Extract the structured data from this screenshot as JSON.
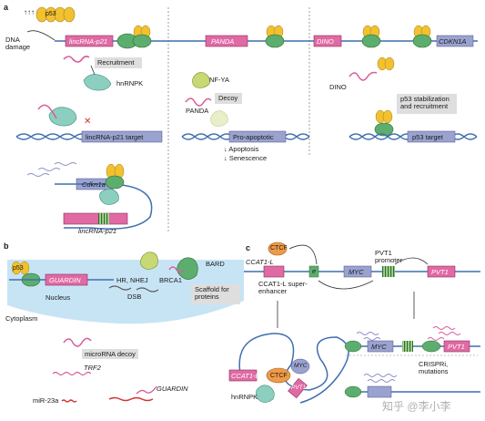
{
  "panels": {
    "a": "a",
    "b": "b",
    "c": "c"
  },
  "panel_a": {
    "p53_top": "p53",
    "dna_damage": "DNA damage",
    "arrows": "↑↑↑",
    "lincrna_p21": "lincRNA-p21",
    "recruitment": "Recruitment",
    "hnrnpk": "hnRNPK",
    "lincrna_p21_target": "lincRNA-p21 target",
    "cdkn1a_loop": "Cdkn1a",
    "lincrna_p21_bottom": "lincRNA-p21",
    "panda": "PANDA",
    "nf_ya": "NF-YA",
    "decoy": "Decoy",
    "panda_rna": "PANDA",
    "pro_apoptotic": "Pro-apoptotic",
    "apoptosis": "↓ Apoptosis",
    "senescence": "↓ Senescence",
    "dino": "DINO",
    "cdkn1a": "CDKN1A",
    "dino_rna": "DINO",
    "p53_stab": "p53 stabilization and recruitment",
    "p53_target": "p53 target"
  },
  "panel_b": {
    "p53": "p53",
    "guardin": "GUARDIN",
    "nucleus": "Nucleus",
    "hr_nhej": "HR, NHEJ",
    "brca1": "BRCA1",
    "bard": "BARD",
    "dsb": "DSB",
    "scaffold": "Scaffold for proteins",
    "cytoplasm": "Cytoplasm",
    "microrna_decoy": "microRNA decoy",
    "trf2": "TRF2",
    "guardin_rna": "GUARDIN",
    "mir23a": "miR-23a"
  },
  "panel_c": {
    "ctcf": "CTCF",
    "ccat1l": "CCAT1-L",
    "ccat1l_se": "CCAT1-L super-enhancer",
    "e": "e",
    "myc": "MYC",
    "pvt1_promoter": "PVT1 promoter",
    "pvt1": "PVT1",
    "ccat1l_box": "CCAT1-L",
    "ctcf_loop": "CTCF",
    "myc_loop": "MYC",
    "pvt1_loop": "PVT1",
    "hnrnpk": "hnRNPK",
    "myc_right": "MYC",
    "pvt1_right": "PVT1",
    "crispri": "CRISPRi, mutations"
  },
  "watermark": "知乎 @李小李",
  "colors": {
    "p53": "#f2c130",
    "green": "#5cae6f",
    "pink": "#e06aa3",
    "magenta_gene": "#d85c9b",
    "blue_gene": "#8c93c8",
    "hnrnpk": "#8ccfc0",
    "callout": "#dedede",
    "nucleus": "#c7e4f4",
    "dna_blue": "#3f6fb0",
    "ctcf": "#ef9a48",
    "lime": "#c8d873"
  }
}
